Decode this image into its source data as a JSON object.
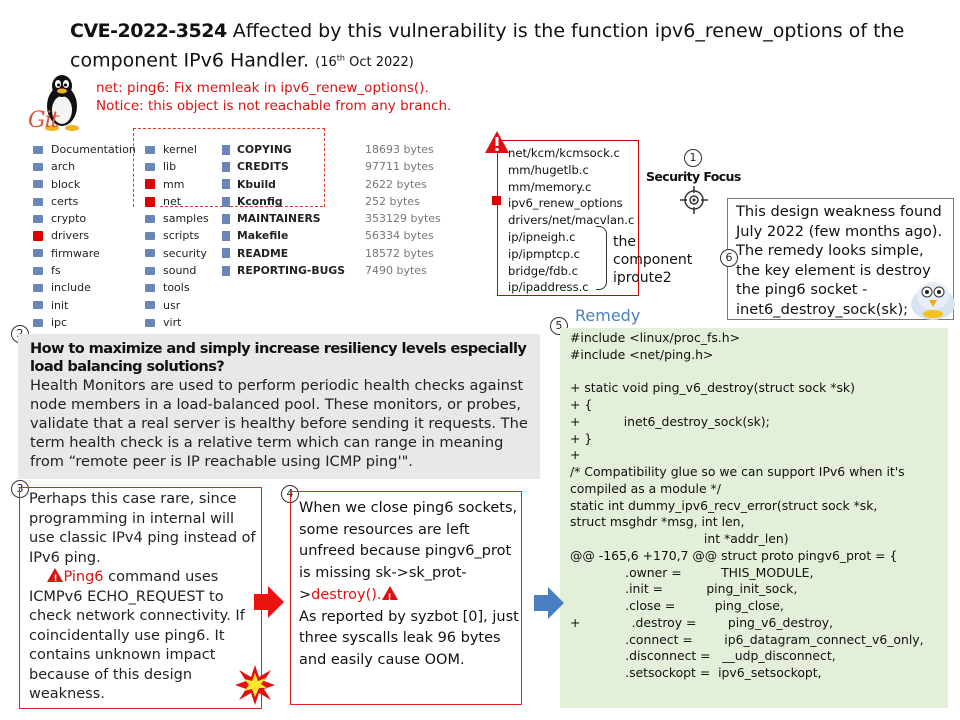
{
  "title": {
    "cve": "CVE-2022-3524",
    "text": " Affected by this vulnerability is the function ipv6_renew_options of the component IPv6 Handler.",
    "date_day": "16",
    "date_sup": "th",
    "date_rest": " Oct 2022)"
  },
  "commit": {
    "line1": "net: ping6: Fix memleak in ipv6_renew_options().",
    "line2": "Notice: this object is not reachable from any branch."
  },
  "logo": {
    "git": "Git"
  },
  "listing": {
    "col1": [
      {
        "name": "Documentation",
        "marked": false
      },
      {
        "name": "arch",
        "marked": false
      },
      {
        "name": "block",
        "marked": false
      },
      {
        "name": "certs",
        "marked": false
      },
      {
        "name": "crypto",
        "marked": false
      },
      {
        "name": "drivers",
        "marked": true
      },
      {
        "name": "firmware",
        "marked": false
      },
      {
        "name": "fs",
        "marked": false
      },
      {
        "name": "include",
        "marked": false
      },
      {
        "name": "init",
        "marked": false
      },
      {
        "name": "ipc",
        "marked": false
      }
    ],
    "col2": [
      {
        "name": "kernel",
        "marked": false
      },
      {
        "name": "lib",
        "marked": false
      },
      {
        "name": "mm",
        "marked": true
      },
      {
        "name": "net",
        "marked": true
      },
      {
        "name": "samples",
        "marked": false
      },
      {
        "name": "scripts",
        "marked": false
      },
      {
        "name": "security",
        "marked": false
      },
      {
        "name": "sound",
        "marked": false
      },
      {
        "name": "tools",
        "marked": false
      },
      {
        "name": "usr",
        "marked": false
      },
      {
        "name": "virt",
        "marked": false
      }
    ],
    "files": [
      "COPYING",
      "CREDITS",
      "Kbuild",
      "Kconfig",
      "MAINTAINERS",
      "Makefile",
      "README",
      "REPORTING-BUGS"
    ],
    "sizes": [
      "18693 bytes",
      "97711 bytes",
      "2622 bytes",
      "252 bytes",
      "353129 bytes",
      "56334 bytes",
      "18572 bytes",
      "7490 bytes"
    ]
  },
  "paths": [
    "net/kcm/kcmsock.c",
    "mm/hugetlb.c",
    "mm/memory.c",
    "ipv6_renew_options",
    "drivers/net/macvlan.c",
    "ip/ipneigh.c",
    "ip/ipmptcp.c",
    "bridge/fdb.c",
    "ip/ipaddress.c"
  ],
  "component": [
    "the",
    "component",
    "iproute2"
  ],
  "security_focus": "Security Focus",
  "numbers": [
    "1",
    "2",
    "3",
    "4",
    "5",
    "6"
  ],
  "note": "This design weakness found July 2022 (few months ago). The remedy looks simple, the key element is destroy the ping6 socket - inet6_destroy_sock(sk);",
  "remedy": {
    "title": "Remedy",
    "code": [
      "#include <linux/proc_fs.h>",
      "#include <net/ping.h>",
      "",
      "+ static void ping_v6_destroy(struct sock *sk)",
      "+ {",
      "+           inet6_destroy_sock(sk);",
      "+ }",
      "+",
      "/* Compatibility glue so we can support IPv6 when it's",
      "compiled as a module */",
      "static int dummy_ipv6_recv_error(struct sock *sk,",
      "struct msghdr *msg, int len,",
      "                                  int *addr_len)",
      "@@ -165,6 +170,7 @@ struct proto pingv6_prot = {",
      "              .owner =          THIS_MODULE,",
      "              .init =           ping_init_sock,",
      "              .close =          ping_close,",
      "+             .destroy =        ping_v6_destroy,",
      "              .connect =        ip6_datagram_connect_v6_only,",
      "              .disconnect =   __udp_disconnect,",
      "              .setsockopt =  ipv6_setsockopt,"
    ]
  },
  "section2": {
    "heading": "How to maximize and simply increase resiliency levels especially load balancing solutions?",
    "body": "Health Monitors are used to perform periodic health checks against node members in a load-balanced pool. These monitors, or probes, validate that a real server is healthy before sending it requests. The term health check is a relative term which can range in meaning from “remote peer is IP reachable using ICMP ping'\"."
  },
  "section3": {
    "part1": "Perhaps this case rare, since programming in internal will use classic IPv4 ping instead of IPv6 ping.",
    "ping6": "Ping6",
    "part2": " command uses ICMPv6 ECHO_REQUEST to check network connectivity. If coincidentally use ping6. It contains unknown impact because of this design weakness."
  },
  "section4": {
    "part1": "When we close ping6 sockets, some resources are left unfreed because pingv6_prot is missing sk->sk_prot->",
    "destroy": "destroy().",
    "part2": "As reported by syzbot [0], just three syscalls leak 96 bytes and easily cause OOM."
  },
  "colors": {
    "accent_red": "#e01010",
    "remedy_blue": "#4a7fc1",
    "remedy_bg": "#e3efd9",
    "grey_box": "#e8e8e8"
  }
}
